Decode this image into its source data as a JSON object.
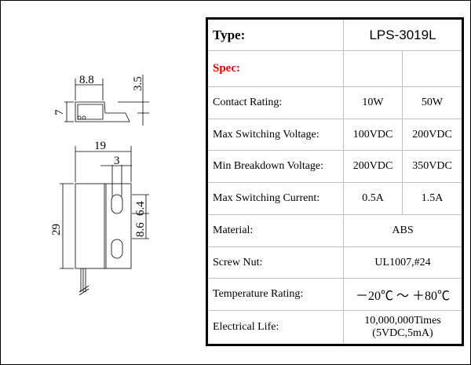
{
  "drawing": {
    "dims": {
      "top_width": "8.8",
      "top_height": "7",
      "top_step": "3.5",
      "body_width": "19",
      "hole_width": "3",
      "body_height": "29",
      "hole_spacing_a": "6.4",
      "hole_spacing_b": "8.6"
    }
  },
  "spec": {
    "type_label": "Type:",
    "type_value": "LPS-3019L",
    "spec_label": "Spec:",
    "rows": [
      {
        "label": "Contact Rating:",
        "v1": "10W",
        "v2": "50W"
      },
      {
        "label": "Max Switching Voltage:",
        "v1": "100VDC",
        "v2": "200VDC"
      },
      {
        "label": "Min Breakdown Voltage:",
        "v1": "200VDC",
        "v2": "350VDC"
      },
      {
        "label": "Max Switching Current:",
        "v1": "0.5A",
        "v2": "1.5A"
      }
    ],
    "material": {
      "label": "Material:",
      "value": "ABS"
    },
    "screw": {
      "label": "Screw Nut:",
      "value": "UL1007,#24"
    },
    "temperature": {
      "label": "Temperature Rating:",
      "value": "－20℃ ～ ＋80℃"
    },
    "life": {
      "label": "Electrical Life:",
      "value1": "10,000,000Times",
      "value2": "(5VDC,5mA)"
    }
  }
}
